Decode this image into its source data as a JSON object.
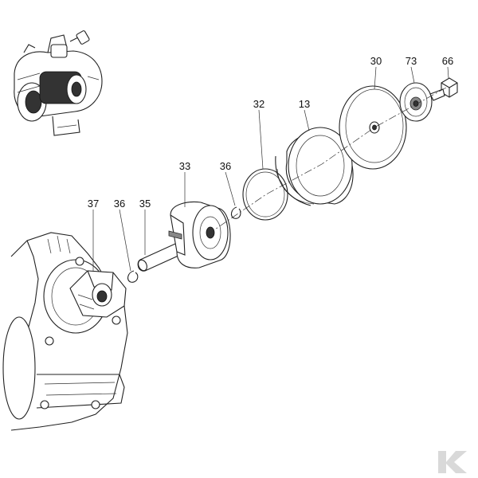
{
  "callouts": [
    {
      "id": "p37",
      "label": "37"
    },
    {
      "id": "p36a",
      "label": "36"
    },
    {
      "id": "p35",
      "label": "35"
    },
    {
      "id": "p33",
      "label": "33"
    },
    {
      "id": "p36b",
      "label": "36"
    },
    {
      "id": "p32",
      "label": "32"
    },
    {
      "id": "p13",
      "label": "13"
    },
    {
      "id": "p30",
      "label": "30"
    },
    {
      "id": "p73",
      "label": "73"
    },
    {
      "id": "p66",
      "label": "66"
    }
  ],
  "colors": {
    "line": "#222222",
    "watermark": "#d9d9d9"
  },
  "icons": {
    "watermark": "brand-k-logo"
  }
}
